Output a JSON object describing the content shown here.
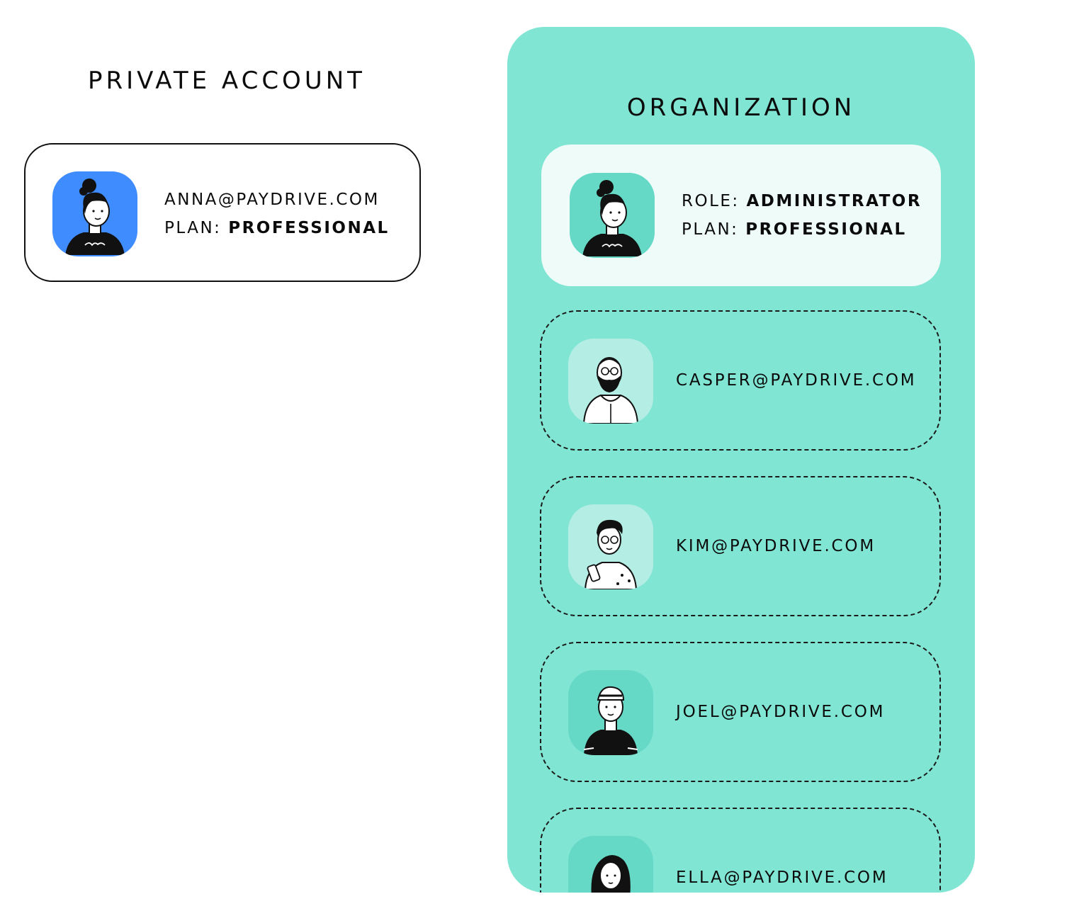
{
  "private": {
    "heading": "PRIVATE ACCOUNT",
    "email": "ANNA@PAYDRIVE.COM",
    "plan_label": "PLAN:",
    "plan_value": "PROFESSIONAL",
    "avatar_bg": "#3f8cff"
  },
  "organization": {
    "heading": "ORGANIZATION",
    "panel_color": "#80e5d3",
    "admin": {
      "role_label": "ROLE:",
      "role_value": "ADMINISTRATOR",
      "plan_label": "PLAN:",
      "plan_value": "PROFESSIONAL",
      "avatar_bg": "#65d9c6"
    },
    "members": [
      {
        "email": "CASPER@PAYDRIVE.COM",
        "avatar_bg": "#b4ede4"
      },
      {
        "email": "KIM@PAYDRIVE.COM",
        "avatar_bg": "#b4ede4"
      },
      {
        "email": "JOEL@PAYDRIVE.COM",
        "avatar_bg": "#65d9c6"
      },
      {
        "email": "ELLA@PAYDRIVE.COM",
        "avatar_bg": "#65d9c6"
      }
    ]
  }
}
